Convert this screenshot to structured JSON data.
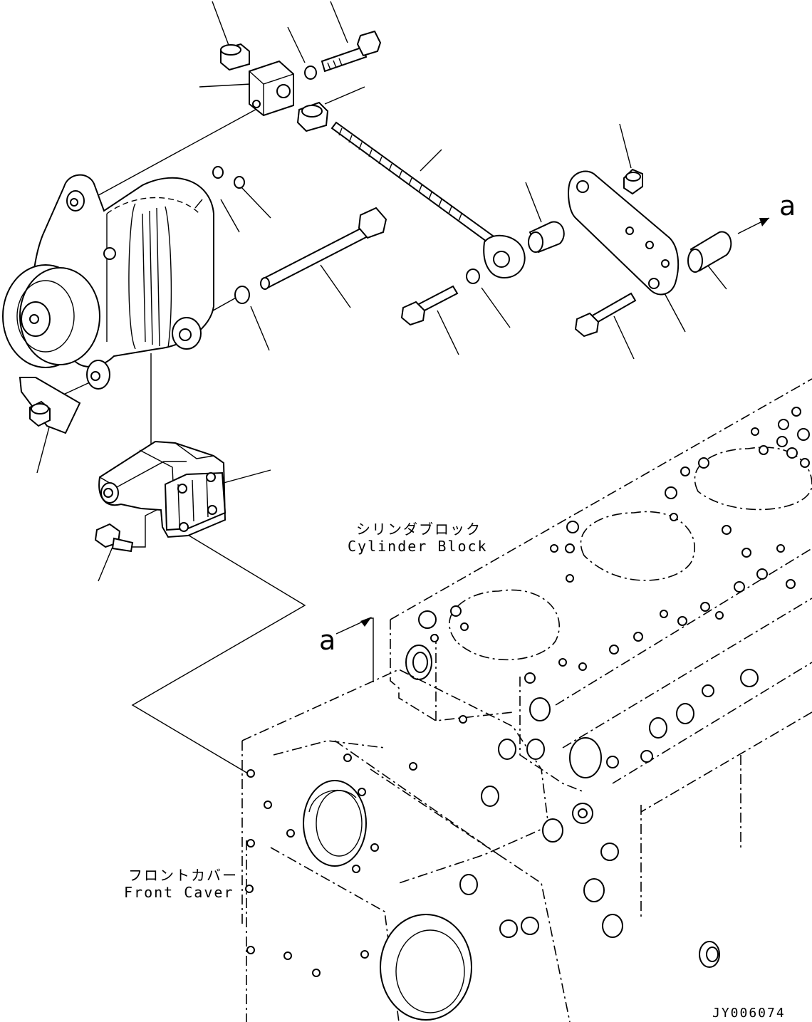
{
  "labels": {
    "cylinder_block_jp": "シリンダブロック",
    "cylinder_block_en": "Cylinder Block",
    "front_cover_jp": "フロントカバー",
    "front_cover_en": "Front Caver",
    "arrow_marker_top": "a",
    "arrow_marker_mid": "a",
    "drawing_code": "JY006074"
  },
  "colors": {
    "line": "#000000",
    "background": "#ffffff"
  }
}
